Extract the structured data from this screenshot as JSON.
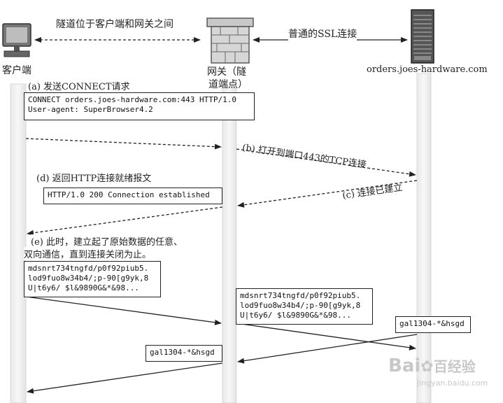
{
  "nodes": {
    "client": "客户端",
    "gateway_line1": "网关（隧",
    "gateway_line2": "道端点）",
    "server": "orders.joes-hardware.com"
  },
  "top_labels": {
    "tunnel": "隧道位于客户端和网关之间",
    "ssl": "普通的SSL连接"
  },
  "steps": {
    "a": "(a) 发送CONNECT请求",
    "b": "(b) 打开到端口443的TCP连接",
    "c": "(c) 连接已建立",
    "d": "(d) 返回HTTP连接就绪报文",
    "e_line1": "(e) 此时，建立起了原始数据的任意、",
    "e_line2": "双向通信，直到连接关闭为止。"
  },
  "messages": {
    "connect_request": "CONNECT orders.joes-hardware.com:443 HTTP/1.0\nUser-agent: SuperBrowser4.2",
    "http_response": "HTTP/1.0 200 Connection established",
    "raw_data_client": "mdsnrt734tngfd/p0f92piub5.\nlod9fuo8w34b4/;p-90[g9yk,8\nU|t6y6/ $l&9890G&*&98...",
    "raw_data_gateway": "mdsnrt734tngfd/p0f92piub5.\nlod9fuo8w34b4/;p-90[g9yk,8\nU|t6y6/ $l&9890G&*&98...",
    "reply_server": "gal1304-*&hsgd",
    "reply_gateway": "gal1304-*&hsgd"
  },
  "watermark": {
    "brand": "Bai",
    "brand_tail": "百经验",
    "url": "jingyan.baidu.com"
  }
}
